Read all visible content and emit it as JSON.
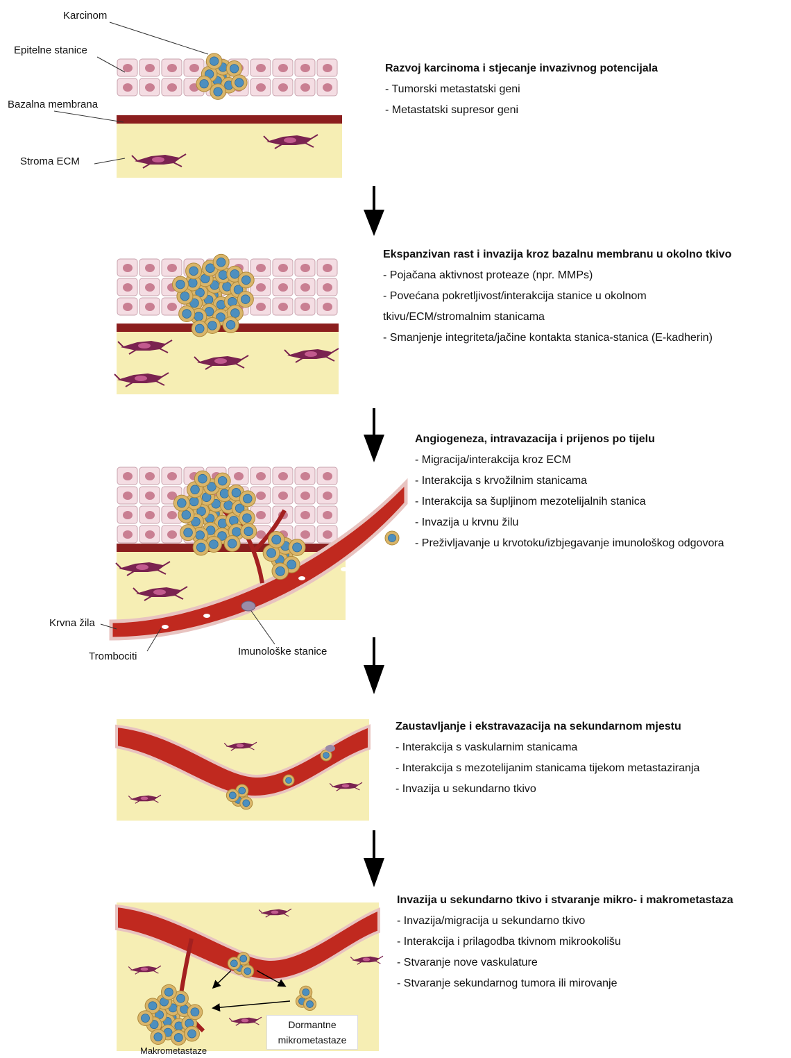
{
  "labels": {
    "karcinom": "Karcinom",
    "epitelne": "Epitelne stanice",
    "bazalna": "Bazalna membrana",
    "stroma": "Stroma ECM",
    "krvna_zila": "Krvna žila",
    "trombociti": "Trombociti",
    "imunoloske": "Imunološke stanice",
    "makrometastaze": "Makrometastaze",
    "dormantne_1": "Dormantne",
    "dormantne_2": "mikrometastaze"
  },
  "steps": [
    {
      "title": "Razvoj karcinoma i stjecanje invazivnog potencijala",
      "items": [
        "- Tumorski metastatski geni",
        "- Metastatski supresor geni"
      ]
    },
    {
      "title": "Ekspanzivan rast i invazija kroz bazalnu membranu u okolno tkivo",
      "items": [
        "- Pojačana aktivnost proteaze (npr. MMPs)",
        "- Povećana pokretljivost/interakcija stanice u okolnom",
        "tkivu/ECM/stromalnim stanicama",
        "- Smanjenje integriteta/jačine kontakta stanica-stanica (E-kadherin)"
      ]
    },
    {
      "title": "Angiogeneza, intravazacija i prijenos po tijelu",
      "items": [
        "- Migracija/interakcija kroz ECM",
        "- Interakcija s krvožilnim stanicama",
        "- Interakcija sa šupljinom mezotelijalnih stanica",
        "- Invazija u krvnu žilu",
        "- Preživljavanje u krvotoku/izbjegavanje imunološkog odgovora"
      ]
    },
    {
      "title": "Zaustavljanje i ekstravazacija na sekundarnom mjestu",
      "items": [
        "- Interakcija s vaskularnim stanicama",
        "- Interakcija s mezotelijanim stanicama tijekom metastaziranja",
        "- Invazija u sekundarno tkivo"
      ]
    },
    {
      "title": "Invazija u sekundarno tkivo i stvaranje mikro- i makrometastaza",
      "items": [
        "- Invazija/migracija u sekundarno tkivo",
        "- Interakcija i prilagodba tkivnom mikrookolišu",
        "- Stvaranje nove vaskulature",
        "- Stvaranje sekundarnog tumora ili mirovanje"
      ]
    }
  ],
  "colors": {
    "stroma": "#f6eeb4",
    "epithelial": "#f4dde3",
    "membrane": "#8b1e1e",
    "vessel": "#c0291f",
    "tumor_cell": "#d9b56a",
    "tumor_nucleus": "#4d8fbf"
  }
}
